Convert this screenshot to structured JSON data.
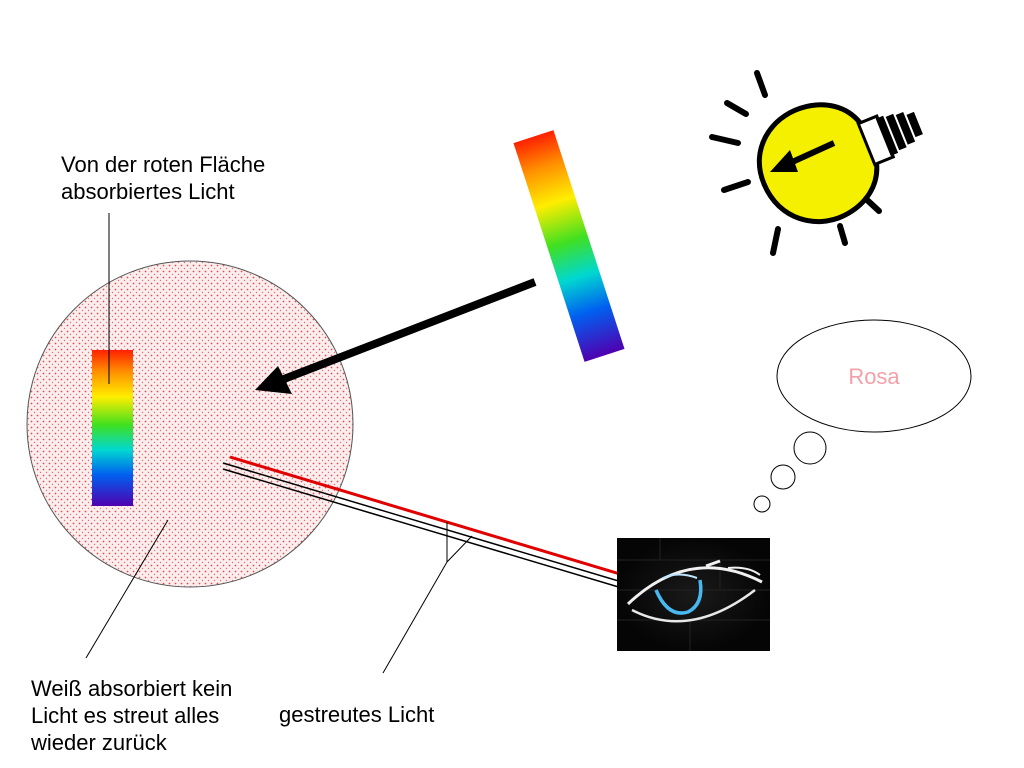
{
  "labels": {
    "absorbed_line1": "Von der roten Fläche",
    "absorbed_line2": "absorbiertes Licht",
    "white_line1": "Weiß absorbiert kein",
    "white_line2": "Licht es streut alles",
    "white_line3": "wieder zurück",
    "scattered": "gestreutes Licht",
    "thought": "Rosa"
  },
  "colors": {
    "disc_fill": "#fbeeee",
    "disc_dots": "#e05050",
    "thought_text": "#f4a0a8",
    "reflected_ray": "#e00000",
    "bulb_yellow": "#f4f000",
    "eye_glow": "#48b8f0"
  },
  "icons": [
    "light-bulb-icon",
    "eye-icon",
    "thought-bubble-icon"
  ]
}
